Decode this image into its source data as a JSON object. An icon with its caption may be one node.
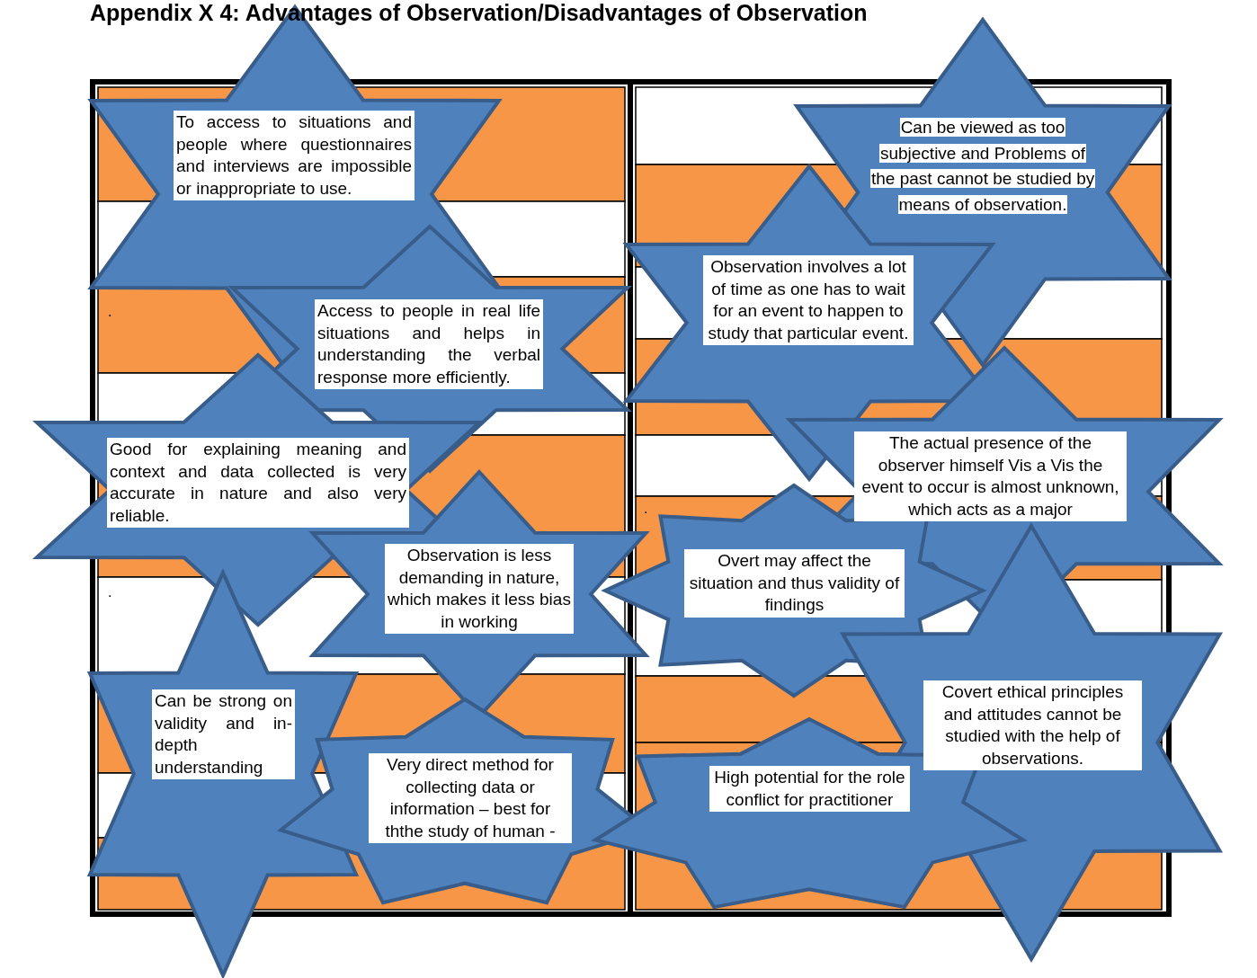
{
  "diagram": {
    "title": "Appendix X 4: Advantages of Observation/Disadvantages of Observation",
    "nodes": [
      {
        "text": [
          "To access to situations and people where questionnaires and interviews are impossible or inappropriate to use."
        ]
      },
      {
        "text": [
          "Access to people in real life situations and helps in understanding the verbal response more efficiently."
        ]
      },
      {
        "text": [
          "Good for explaining meaning and context and data collected is very accurate in nature and also very reliable."
        ]
      },
      {
        "text": [
          "Can be strong on validity and in-depth understanding"
        ]
      },
      {
        "text": [
          "Observation is less demanding in nature, which makes it less bias in working"
        ]
      },
      {
        "text": [
          "Very direct method for collecting data or information – best for ththe study of human -"
        ]
      },
      {
        "text": [
          "Can be viewed as too subjective and Problems of the past cannot be studied by means of observation."
        ]
      },
      {
        "text": [
          "Observation involves a lot of time as one has to wait for an event to happen to study that particular event."
        ]
      },
      {
        "text": [
          "The actual presence of the observer himself Vis a Vis the event to occur is almost unknown, which acts as a major"
        ]
      },
      {
        "text": [
          "Overt may affect the situation and thus validity of findings"
        ]
      },
      {
        "text": [
          "Covert ethical principles and attitudes cannot be studied with the help of observations."
        ]
      },
      {
        "text": [
          "High potential for the role conflict for practitioner"
        ]
      }
    ],
    "edges": [],
    "labels": [
      ".",
      ".",
      "."
    ]
  }
}
